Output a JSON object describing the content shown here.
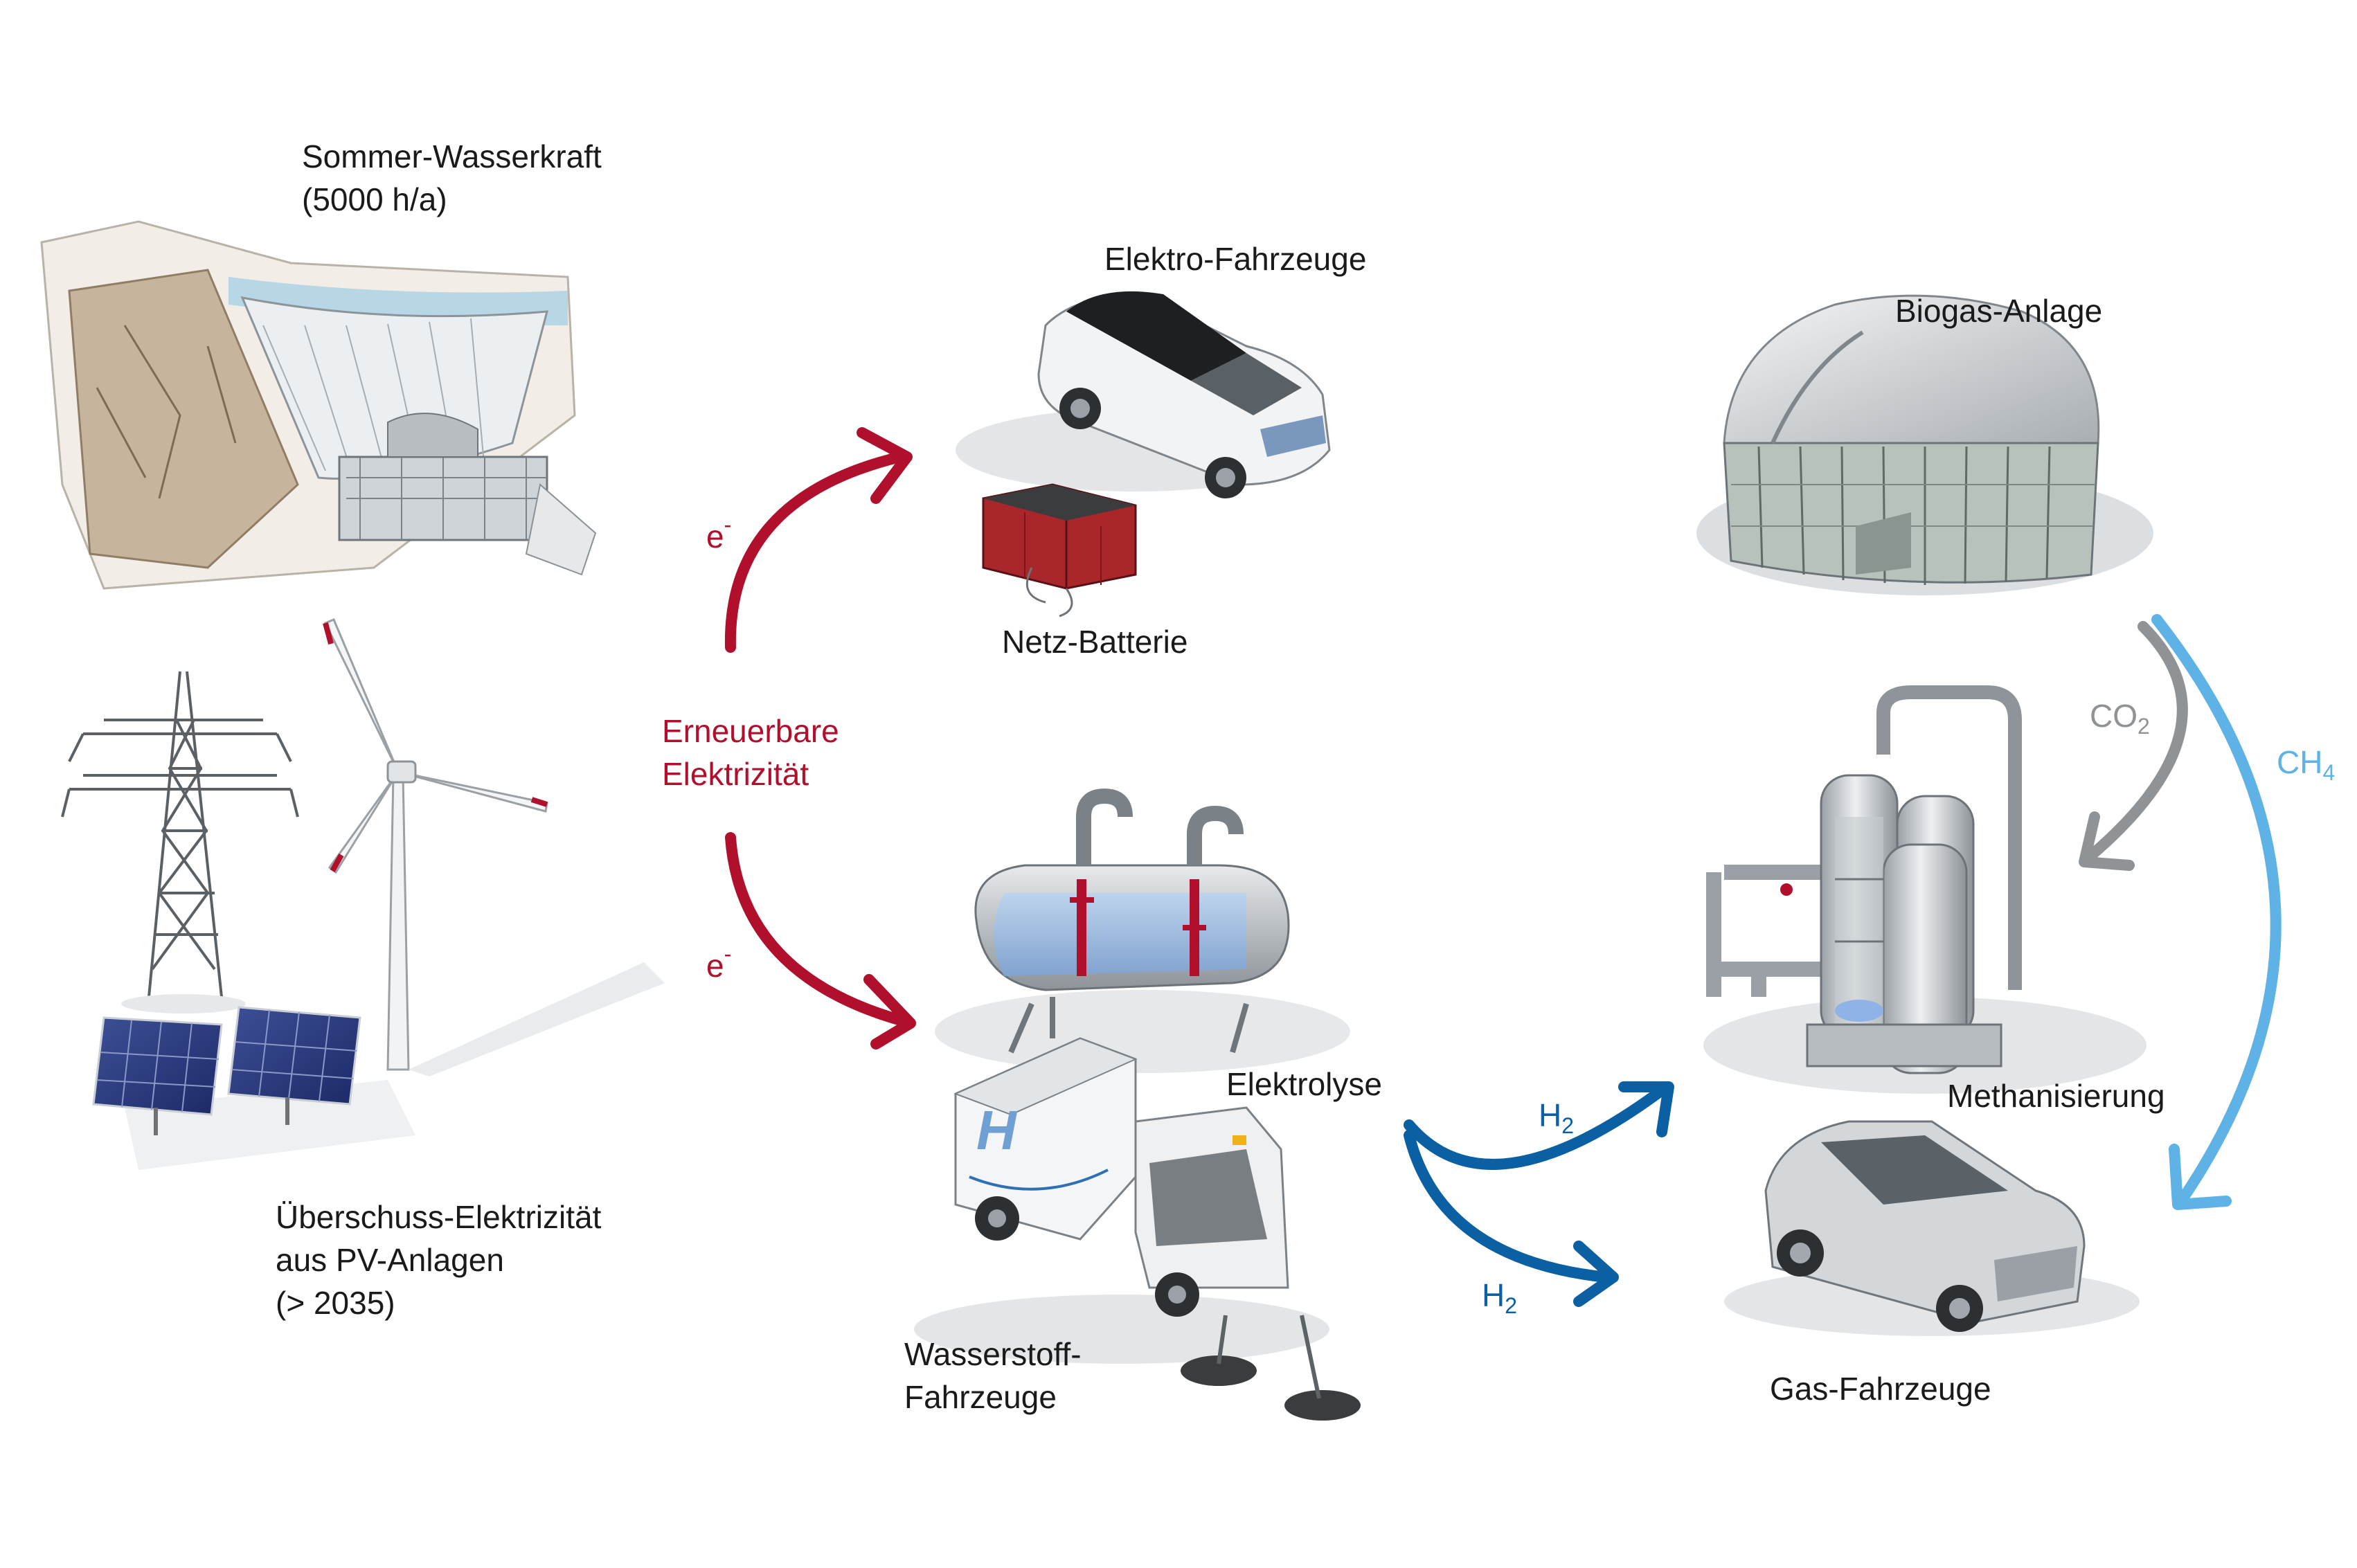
{
  "labels": {
    "hydro_line1": "Sommer-Wasserkraft",
    "hydro_line2": "(5000 h/a)",
    "electric_vehicles": "Elektro-Fahrzeuge",
    "grid_battery": "Netz-Batterie",
    "biogas": "Biogas-Anlage",
    "renewable_line1": "Erneuerbare",
    "renewable_line2": "Elektrizität",
    "electron_e": "e",
    "electron_sup": "-",
    "electrolysis": "Elektrolyse",
    "methanation": "Methanisierung",
    "surplus_line1": "Überschuss-Elektrizität",
    "surplus_line2": "aus PV-Anlagen",
    "surplus_line3": "(> 2035)",
    "hydrogen_vehicles_line1": "Wasserstoff-",
    "hydrogen_vehicles_line2": "Fahrzeuge",
    "gas_vehicles": "Gas-Fahrzeuge",
    "h2_main": "H",
    "h2_sub": "2",
    "co2_main": "CO",
    "co2_sub": "2",
    "ch4_main": "CH",
    "ch4_sub": "4"
  },
  "colors": {
    "electricity_arrow": "#b0102c",
    "hydrogen_arrow": "#0b5fa3",
    "co2_arrow": "#8f9396",
    "ch4_arrow": "#5fb2e6"
  },
  "icons": [
    "hydro-dam-icon",
    "power-pylon-icon",
    "wind-turbine-icon",
    "solar-panel-icon",
    "electric-car-icon",
    "battery-icon",
    "biogas-dome-icon",
    "electrolyser-tank-icon",
    "hydrogen-sweeper-icon",
    "methanation-reactor-icon",
    "gas-car-icon"
  ]
}
